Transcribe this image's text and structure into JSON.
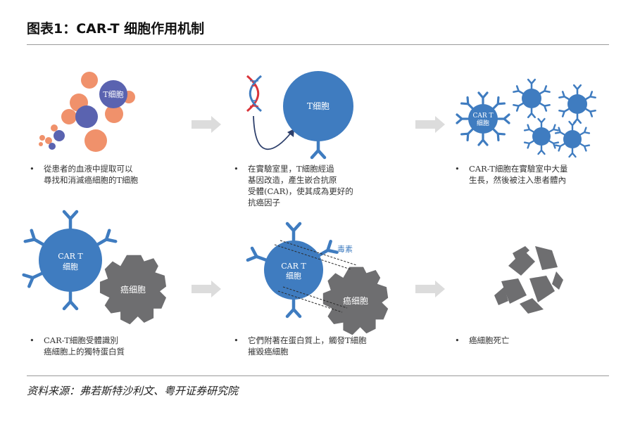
{
  "header": {
    "title": "图表1：CAR-T 细胞作用机制"
  },
  "footer": {
    "source": "资料来源：弗若斯特沙利文、粤开证券研究院"
  },
  "colors": {
    "blue": "#3f7cc0",
    "orange": "#f0916b",
    "purple": "#5a63b0",
    "gray": "#6e6e70",
    "arrow": "#d9d9d9"
  },
  "cells": {
    "t_cell": "T细胞",
    "car_t_line1": "CAR T",
    "car_t_line2": "细胞",
    "cancer": "癌细胞",
    "toxin": "毒素"
  },
  "steps": [
    {
      "lines": [
        "從患者的血液中提取可以",
        "尋找和消滅癌細胞的T細胞"
      ]
    },
    {
      "lines": [
        "在實驗室里，T細胞經過",
        "基因改造，產生嵌合抗原",
        "受體(CAR)，使其成為更好的",
        "抗癌因子"
      ]
    },
    {
      "lines": [
        "CAR-T細胞在實驗室中大量",
        "生長，然後被注入患者體內"
      ]
    },
    {
      "lines": [
        "CAR-T細胞受體識別",
        "癌細胞上的獨特蛋白質"
      ]
    },
    {
      "lines": [
        "它們附著在蛋白質上，觸發T細胞",
        "摧毀癌細胞"
      ]
    },
    {
      "lines": [
        "癌細胞死亡"
      ]
    }
  ],
  "bullet": "•"
}
